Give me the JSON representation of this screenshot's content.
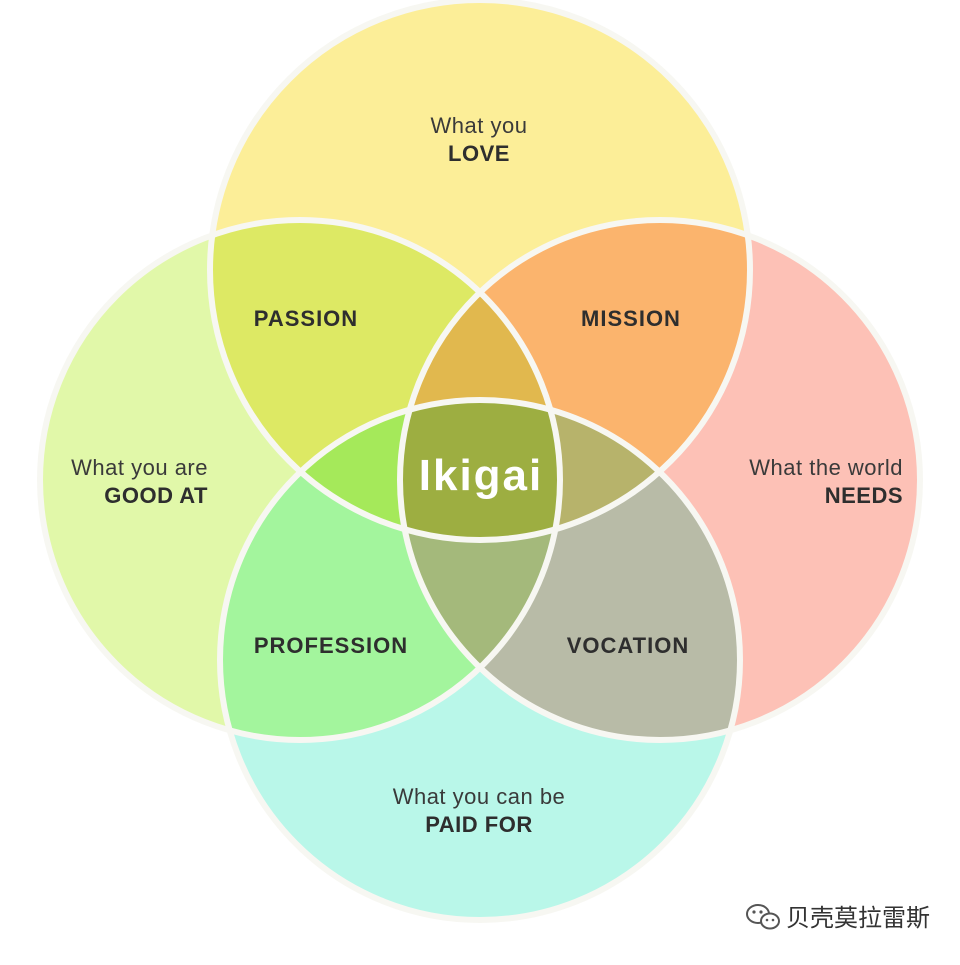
{
  "colors": {
    "love": "#fcee98",
    "good_at": "#e1f8a9",
    "needs": "#fdc1b6",
    "paid_for": "#b9f7e9",
    "passion": "#dde964",
    "mission": "#fbb46d",
    "profession": "#a3f59d",
    "vocation": "#b8bba7",
    "love_needs_goodat_tri": "#e1b84e",
    "goodat_paid_love_tri": "#a5e95a",
    "love_needs_paid_tri": "#b7b36b",
    "goodat_paid_needs_tri": "#a4b97b",
    "ikigai": "#9dae41",
    "stroke": "#f7f7f2"
  },
  "circles": {
    "love": {
      "line1": "What you",
      "line2": "LOVE"
    },
    "good_at": {
      "line1": "What you are",
      "line2": "GOOD AT"
    },
    "needs": {
      "line1": "What the world",
      "line2": "NEEDS"
    },
    "paid_for": {
      "line1": "What you can be",
      "line2": "PAID FOR"
    }
  },
  "regions": {
    "passion": "PASSION",
    "mission": "MISSION",
    "profession": "PROFESSION",
    "vocation": "VOCATION"
  },
  "center": "Ikigai",
  "watermark": {
    "icon": "wechat-icon",
    "text": "贝壳莫拉雷斯"
  }
}
